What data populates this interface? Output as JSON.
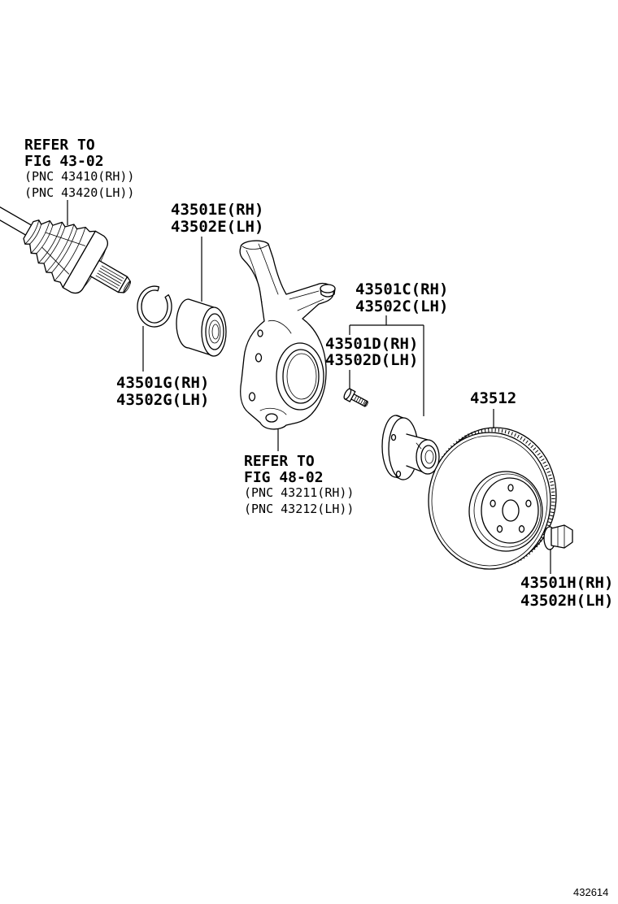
{
  "diagram": {
    "drive_shaft_ref": {
      "line1": "REFER TO",
      "line2": "FIG 43-02",
      "line3": "(PNC 43410(RH))",
      "line4": "(PNC 43420(LH))"
    },
    "bearing": {
      "rh": "43501E(RH)",
      "lh": "43502E(LH)"
    },
    "hub": {
      "rh": "43501C(RH)",
      "lh": "43502C(LH)"
    },
    "hub_bolt": {
      "rh": "43501D(RH)",
      "lh": "43502D(LH)"
    },
    "disc": {
      "part_no": "43512"
    },
    "snap_ring": {
      "rh": "43501G(RH)",
      "lh": "43502G(LH)"
    },
    "knuckle_ref": {
      "line1": "REFER TO",
      "line2": "FIG 48-02",
      "line3": "(PNC 43211(RH))",
      "line4": "(PNC 43212(LH))"
    },
    "hub_nut": {
      "rh": "43501H(RH)",
      "lh": "43502H(LH)"
    },
    "figure_number": "432614"
  }
}
